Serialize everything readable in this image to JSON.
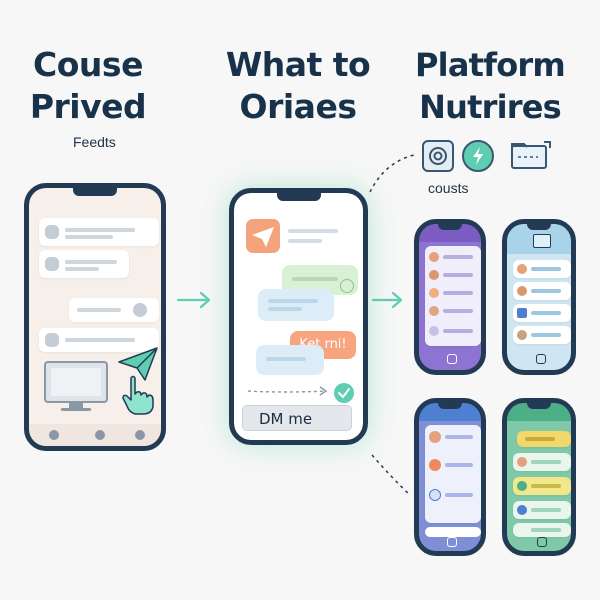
{
  "headings": {
    "left": [
      "Couse",
      "Prived"
    ],
    "middle": [
      "What to",
      "Oriaes"
    ],
    "right": [
      "Platform",
      "Nutrires"
    ]
  },
  "labels": {
    "feeds": "Feedts",
    "cousts": "cousts"
  },
  "middle_phone": {
    "bubble_text": "Ket rni!",
    "input_text": "DM me"
  },
  "icons": {
    "left_phone": [
      "person-icon",
      "send-icon",
      "monitor-icon",
      "hand-pointer-icon"
    ],
    "middle_phone": [
      "send-icon",
      "check-icon",
      "arrow-icon"
    ],
    "platform": [
      "settings-icon",
      "lightning-icon",
      "folder-icon"
    ]
  },
  "colors": {
    "heading": "#17324a",
    "phone_frame": "#223a54",
    "accent_teal": "#5ecdb0",
    "accent_orange": "#f08a5d",
    "accent_purple": "#7a5cc2",
    "accent_blue": "#4f7fd1",
    "accent_green": "#4caf88"
  }
}
